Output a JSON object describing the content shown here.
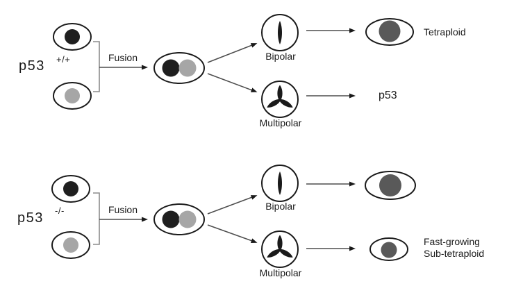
{
  "colors": {
    "background": "#ffffff",
    "cell_outline": "#1a1a1a",
    "black_nucleus": "#1f1f1f",
    "gray_nucleus": "#a6a6a6",
    "dark_gray_nucleus": "#595959",
    "arrow_line": "#4d4d4d",
    "bracket_line": "#8c8c8c",
    "text": "#1a1a1a"
  },
  "icons": {
    "bipolar_spindle": "bipolar-spindle-icon (vertical lens inside circle)",
    "multipolar_spindle": "multipolar-spindle-icon (three-blade propeller inside circle)"
  },
  "rows": [
    {
      "genotype": {
        "base": "p53",
        "superscript": "+/+"
      },
      "fusion_label": "Fusion",
      "bipolar": {
        "label": "Bipolar",
        "outcome_label": "Tetraploid"
      },
      "multipolar": {
        "label": "Multipolar",
        "outcome_label": "p53"
      }
    },
    {
      "genotype": {
        "base": "p53",
        "superscript": "-/-"
      },
      "fusion_label": "Fusion",
      "bipolar": {
        "label": "Bipolar"
      },
      "multipolar": {
        "label": "Multipolar",
        "outcome_label_lines": [
          "Fast-growing",
          "Sub-tetraploid"
        ]
      }
    }
  ]
}
